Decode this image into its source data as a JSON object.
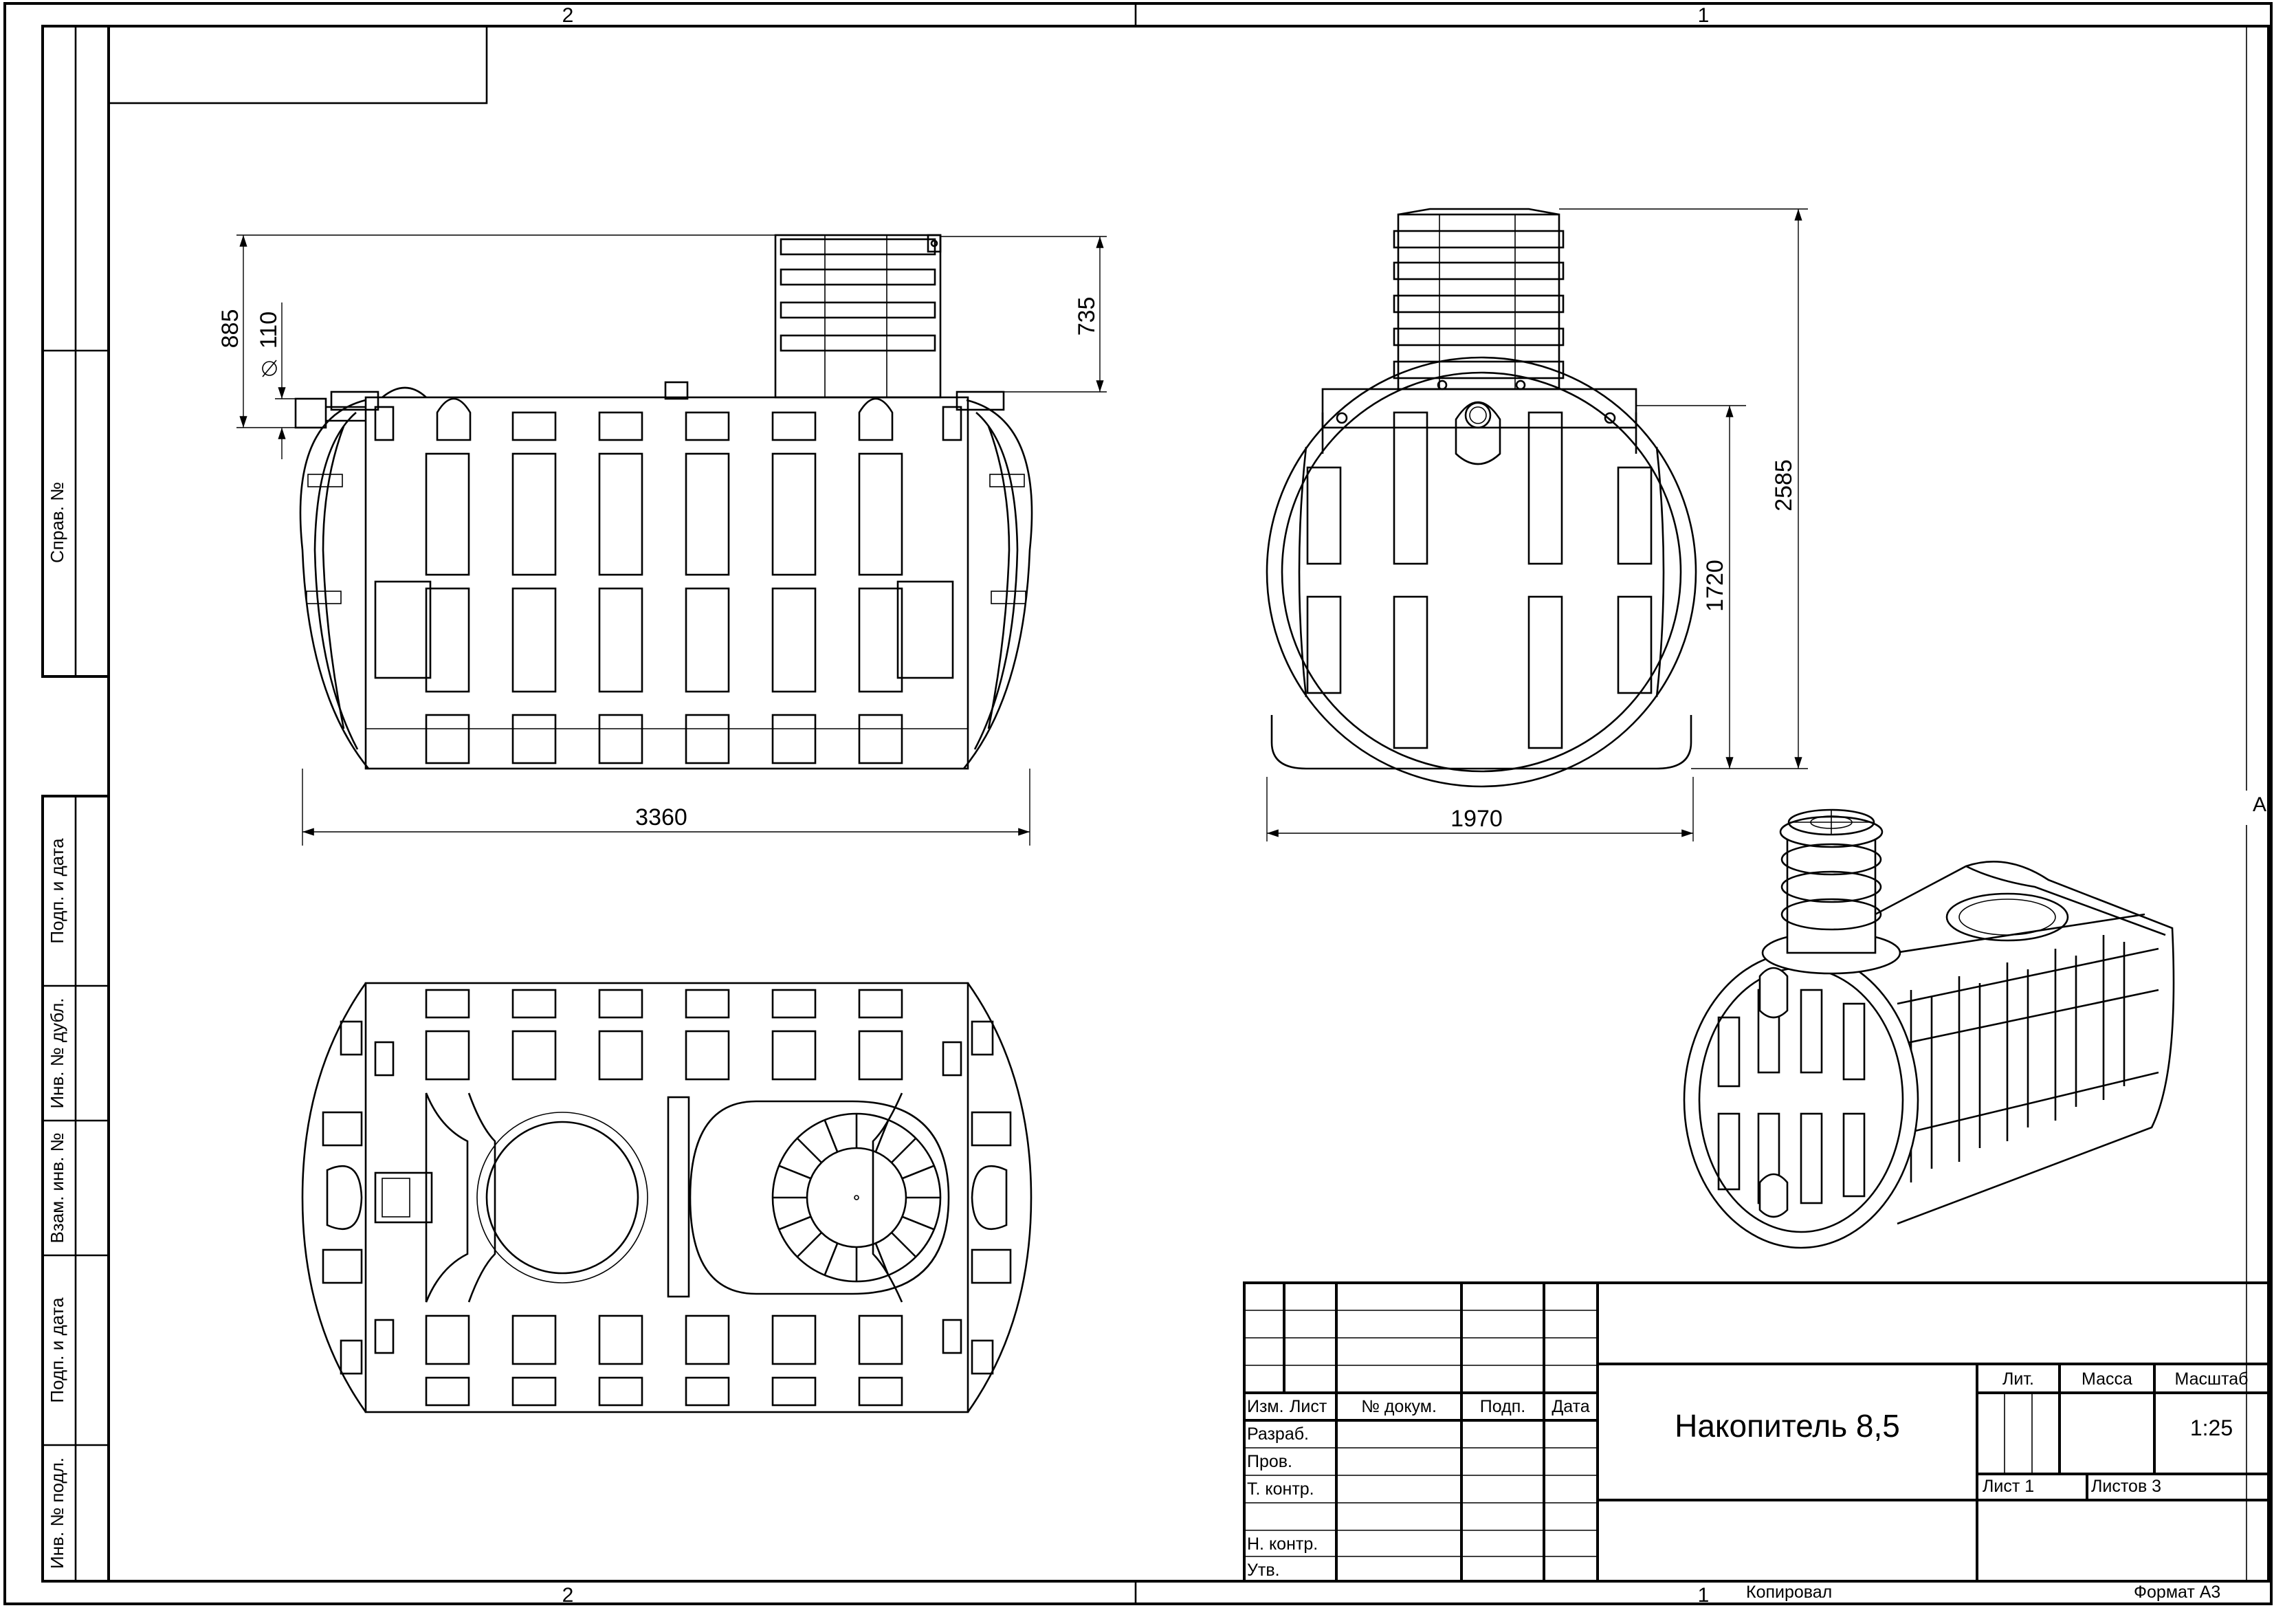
{
  "zones": {
    "top_left": "2",
    "top_right": "1",
    "bottom_left": "2",
    "bottom_right": "1",
    "right_edge": "A"
  },
  "side_labels": {
    "sprav": "Справ. №",
    "podp_data_1": "Подп. и дата",
    "inv_dubl": "Инв. № дубл.",
    "vzam_inv": "Взам. инв. №",
    "podp_data_2": "Подп. и дата",
    "inv_podl": "Инв. № подл."
  },
  "dimensions": {
    "d885": "885",
    "d110": "110",
    "d735": "735",
    "d3360": "3360",
    "d2585": "2585",
    "d1720": "1720",
    "d1970": "1970"
  },
  "title_block": {
    "izm": "Изм.",
    "list": "Лист",
    "doc_no": "№ докум.",
    "podp": "Подп.",
    "data": "Дата",
    "razrab": "Разраб.",
    "prov": "Пров.",
    "t_kontr": "Т. контр.",
    "n_kontr": "Н. контр.",
    "utv": "Утв.",
    "title": "Накопитель 8,5",
    "lit": "Лит.",
    "massa": "Масса",
    "masshtab": "Масштаб",
    "scale": "1:25",
    "sheet": "Лист 1",
    "sheets": "Листов 3"
  },
  "footer": {
    "kopiroval": "Копировал",
    "format": "Формат А3"
  }
}
